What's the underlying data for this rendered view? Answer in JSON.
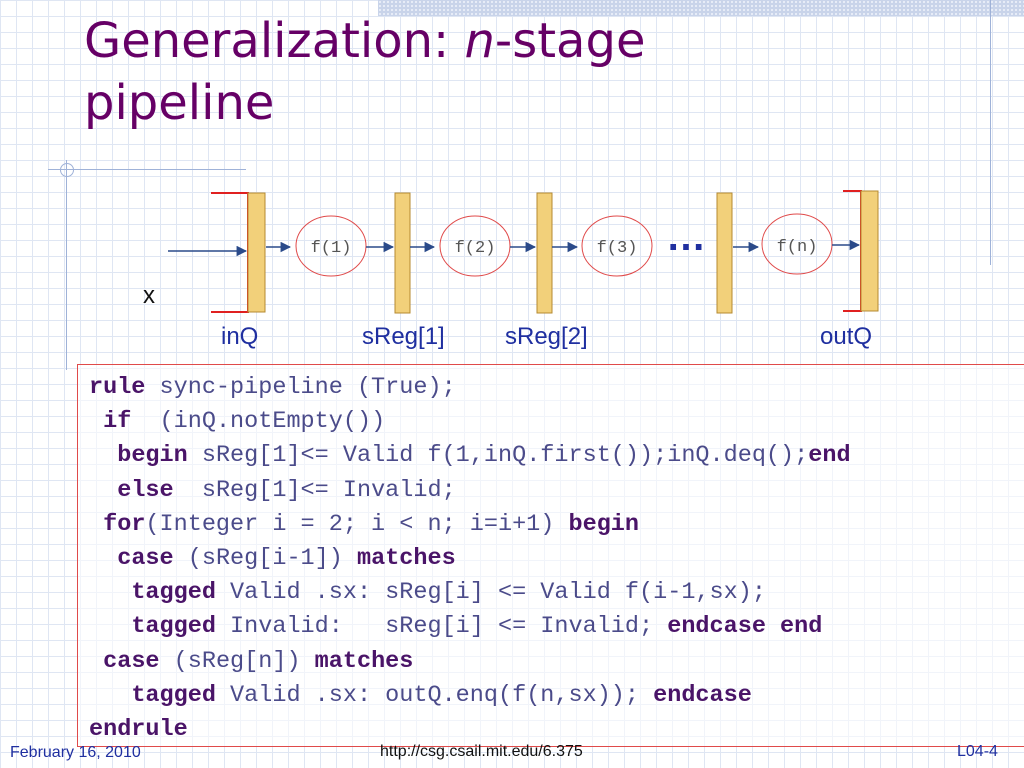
{
  "slide": {
    "title_prefix": "Generalization: ",
    "title_italic": "n",
    "title_suffix": "-stage",
    "title_line2": "pipeline"
  },
  "diagram": {
    "functions": [
      "f(1)",
      "f(2)",
      "f(3)",
      "f(n)"
    ],
    "ellipsis": "…",
    "input_label": "x",
    "labels": {
      "inq": "inQ",
      "sreg1": "sReg[1]",
      "sreg2": "sReg[2]",
      "outq": "outQ"
    },
    "colors": {
      "register_fill": "#f2d07a",
      "register_stroke": "#b58a30",
      "queue_bracket": "#e02020",
      "function_circle": "#e04a4a",
      "arrow": "#2a4a8a"
    }
  },
  "code_lines": [
    [
      {
        "t": "rule",
        "k": true
      },
      {
        "t": " sync-pipeline (True);"
      }
    ],
    [
      {
        "t": " "
      },
      {
        "t": "if",
        "k": true
      },
      {
        "t": "  (inQ.notEmpty())"
      }
    ],
    [
      {
        "t": "  "
      },
      {
        "t": "begin",
        "k": true
      },
      {
        "t": " sReg[1]<= Valid f(1,inQ.first());inQ.deq();"
      },
      {
        "t": "end",
        "k": true
      }
    ],
    [
      {
        "t": "  "
      },
      {
        "t": "else",
        "k": true
      },
      {
        "t": "  sReg[1]<= Invalid;"
      }
    ],
    [
      {
        "t": " "
      },
      {
        "t": "for",
        "k": true
      },
      {
        "t": "(Integer i = 2; i < n; i=i+1) "
      },
      {
        "t": "begin",
        "k": true
      }
    ],
    [
      {
        "t": "  "
      },
      {
        "t": "case",
        "k": true
      },
      {
        "t": " (sReg[i-1]) "
      },
      {
        "t": "matches",
        "k": true
      }
    ],
    [
      {
        "t": "   "
      },
      {
        "t": "tagged",
        "k": true
      },
      {
        "t": " Valid .sx: sReg[i] <= Valid f(i-1,sx);"
      }
    ],
    [
      {
        "t": "   "
      },
      {
        "t": "tagged",
        "k": true
      },
      {
        "t": " Invalid:   sReg[i] <= Invalid; "
      },
      {
        "t": "endcase",
        "k": true
      },
      {
        "t": " "
      },
      {
        "t": "end",
        "k": true
      }
    ],
    [
      {
        "t": " "
      },
      {
        "t": "case",
        "k": true
      },
      {
        "t": " (sReg[n]) "
      },
      {
        "t": "matches",
        "k": true
      }
    ],
    [
      {
        "t": "   "
      },
      {
        "t": "tagged",
        "k": true
      },
      {
        "t": " Valid .sx: outQ.enq(f(n,sx)); "
      },
      {
        "t": "endcase",
        "k": true
      }
    ],
    [
      {
        "t": "endrule",
        "k": true
      }
    ]
  ],
  "footer": {
    "date": "February 16, 2010",
    "url": "http://csg.csail.mit.edu/6.375",
    "slide_number": "L04-4"
  }
}
